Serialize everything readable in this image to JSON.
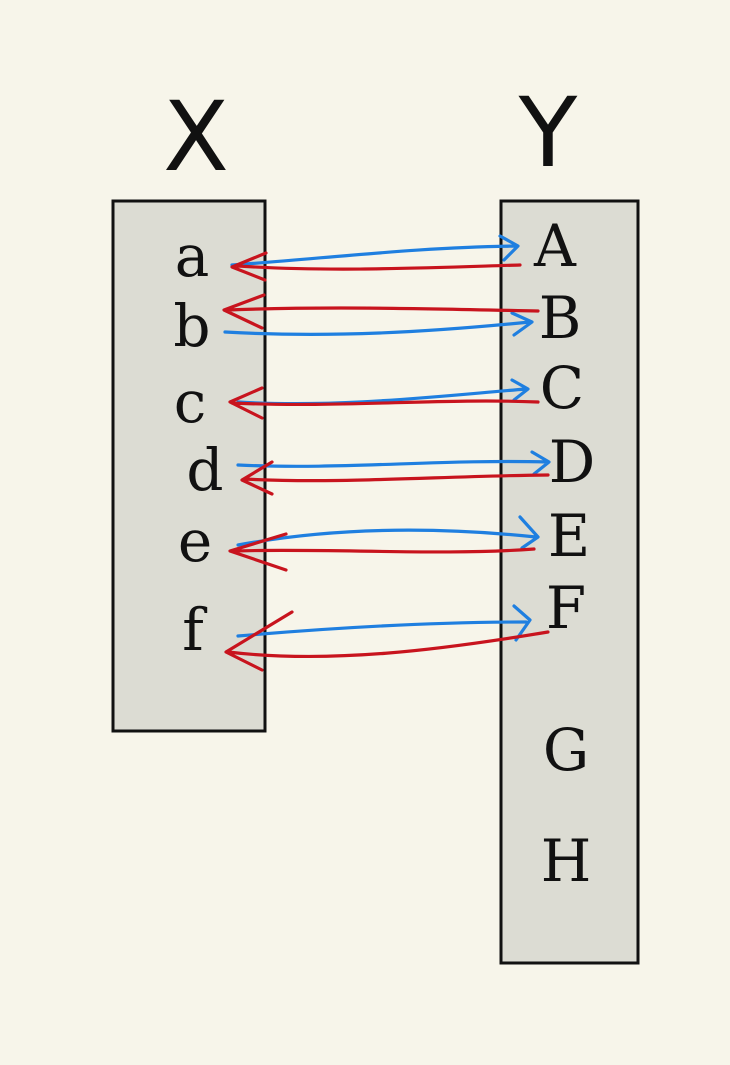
{
  "diagram": {
    "domain_set": {
      "label": "X",
      "elements": [
        "a",
        "b",
        "c",
        "d",
        "e",
        "f"
      ]
    },
    "codomain_set": {
      "label": "Y",
      "elements": [
        "A",
        "B",
        "C",
        "D",
        "E",
        "F",
        "G",
        "H"
      ]
    },
    "mapping_forward": {
      "color": "#1f7fe0",
      "pairs": [
        [
          "a",
          "A"
        ],
        [
          "b",
          "B"
        ],
        [
          "c",
          "C"
        ],
        [
          "d",
          "D"
        ],
        [
          "e",
          "E"
        ],
        [
          "f",
          "F"
        ]
      ]
    },
    "mapping_inverse": {
      "color": "#c8141e",
      "pairs": [
        [
          "A",
          "a"
        ],
        [
          "B",
          "b"
        ],
        [
          "C",
          "c"
        ],
        [
          "D",
          "d"
        ],
        [
          "E",
          "e"
        ],
        [
          "F",
          "f"
        ]
      ]
    }
  }
}
